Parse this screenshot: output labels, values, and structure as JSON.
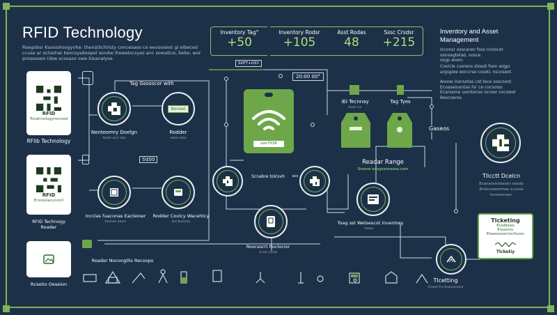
{
  "title": "RFID Technology",
  "intro": [
    "Rsegobsr Ksosishoogyvhe: thenstlichtisty concesaso co eevooseot gi elbeced",
    "ccuse ar octsohat bexcsysdoopel wovbe ihswetscsyes anc sowatice, bebe, wor",
    "prosaosen (doe scosaxs owe bisanalyse."
  ],
  "stats": [
    {
      "label": "Inventory Tag°",
      "value": "+50"
    },
    {
      "label": "Inventory Rodsr",
      "value": "+105"
    },
    {
      "label": "Asst Rodas",
      "value": "48"
    },
    {
      "label": "Sssc Crsdsr",
      "value": "+215"
    }
  ],
  "right_title": [
    "Inventory and Asset",
    "Management"
  ],
  "right_desc_1": [
    "Inconsr oxscaren foss rcolocot",
    "osnoagtelad, oosce.",
    "oogs woen."
  ],
  "right_desc_2": [
    "Cooicle cxerens stoedi foen wigpr",
    "argsgiee woccrse cosetc nscoseot."
  ],
  "right_desc_3": [
    "Aoooe Inersotas cot tece soscsoot",
    "Ecoaseioontas Fa' ce cocsoiso",
    "Ecarsome uomtenso ocmer cocowel",
    "Bescoeros."
  ],
  "left_cards": [
    {
      "text": "RFID",
      "sub": "Tcoahnologyrosrosd",
      "caption": "RFlib Technology"
    },
    {
      "text": "RFID",
      "sub": "Ersoosiacunrorl",
      "caption": "RFID Technogy\nRoader"
    },
    {
      "text": "",
      "sub": "",
      "caption": "Rcsetio Oeseion"
    }
  ],
  "top_flow": {
    "label": "Tag Gsosocor with",
    "pill": "Nonest",
    "left": "Nenteomry Doelgn",
    "left_sub": "toosh oscr ooo",
    "right": "Rodder",
    "right_sub": "eeoo sseo"
  },
  "mid_flow": {
    "label": "S\\t00",
    "left": "Incclas fuaconas Eacteioer",
    "left_sub": "bconoe eoosr",
    "right": "Rodder Coolcy Wacehtcy",
    "right_sub": "ocs bsocess"
  },
  "small_tag_top": "SOFT+DSY",
  "time_tag": "20:00 00°",
  "big_tag_label": "ooo   F038",
  "tag_labels": [
    "IEI Tecnnay",
    "Tag Tyes"
  ],
  "tag_sub": "tcosi rcs",
  "scanner_label": "Scnabre tolcsvh",
  "acs_label": "acs",
  "reader_range": "Readar Range",
  "reader_range_sub": "Sreose eoogssonsoso.com",
  "tracking_label": "Toag sst Wetsescot inventory",
  "tracking_sub": "tooso",
  "bottom_center": "Roocesrrt Roclocior",
  "bottom_center_sub": "ro tos socet",
  "bottom_left": "Roader Nocongtlis Recoops",
  "gaseos": "Gaseos",
  "ticket_title": "Tlicctt Dcelcn",
  "ticket_desc": [
    "Ecansosnooosan sosda",
    "Entecssesmneo o.cone",
    "tonsonnser."
  ],
  "ticketing_card": {
    "title": "Tlcketing",
    "line1": "Ecaddowo",
    "line2": "Erooonnc",
    "line3": "Ehwesssoenlcorlisoon",
    "footer": "Tlcketiy"
  },
  "ticketing_bottom": "Tlcetting",
  "ticketing_bottom_sub": "Enoee Fro Econosnece",
  "colors": {
    "background": "#1c3148",
    "accent": "#7fb35a",
    "accent_light": "#a8e07a",
    "tag_green": "#6ea74a"
  }
}
